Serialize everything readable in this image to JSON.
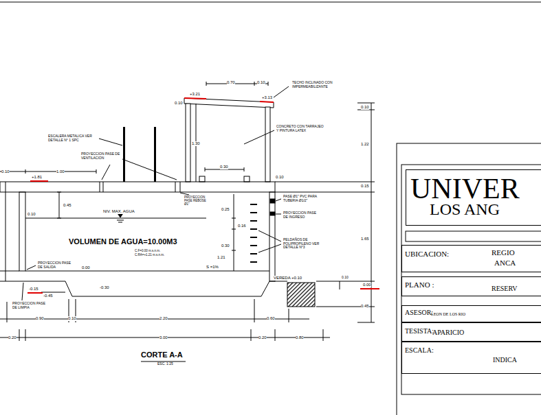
{
  "diagram": {
    "nodes": [
      {
        "text": [
          "UNIVER",
          "LOS ANG"
        ]
      },
      {
        "text": [
          "UBICACION:",
          "REGIO",
          "ANCA"
        ]
      },
      {
        "text": [
          "PLANO :",
          "RESERV"
        ]
      },
      {
        "text": [
          "ASESOR:",
          "LEON DE LOS RIO"
        ]
      },
      {
        "text": [
          "TESISTA:",
          "APARICIO"
        ]
      },
      {
        "text": [
          "ESCALA:",
          "INDICA"
        ]
      }
    ],
    "labels": [
      "0.70",
      "0.10",
      "TECHO INCLINADO CON IMPERMEABILIZANTE",
      "+3.21",
      "+3.13",
      "0.10",
      "0.10",
      "ESCALERA METALICA VER DETALLE N° 1 SPC",
      "CONCRETO CON TARRAJEO Y PINTURA LATEX",
      "1.30",
      "1.22",
      "PROYECCION PASE DE VENTILACION",
      "0.10",
      "1.00",
      "+1.81",
      "0.30",
      "0.10",
      "0.15",
      "PROYECCION PASE REBOSE Ø1\"",
      "PASE Ø1\" PVC PARA TUBERIA Ø1/2\"",
      "0.45",
      "0.25",
      "NIV. MAX. AGUA",
      "0.10",
      "PROYECCION PASE DE INGRESO",
      "0.16",
      "VOLUMEN DE AGUA=10.00M3",
      "C.F=0.00 m.s.n.m.",
      "C.RA=+1.21 m.s.n.m.",
      "0.30",
      "PELDAÑOS DE POLIPROPILENO VER DETALLE N°3",
      "1.65",
      "1.21",
      "PROYECCION PASE DE SALIDA",
      "S =1%",
      "0.00",
      "VEREDA +0.10",
      "0.10",
      "0.00",
      "-0.15",
      "-0.30",
      "0.45",
      "-0.45",
      "PROYECCION PASE DE LIMPIA",
      "0.90",
      "0.10",
      "2.20",
      "0.60",
      "0.20",
      "3.00",
      "0.20",
      "0.80",
      "CORTE A-A",
      "ESC. 1:25"
    ]
  }
}
